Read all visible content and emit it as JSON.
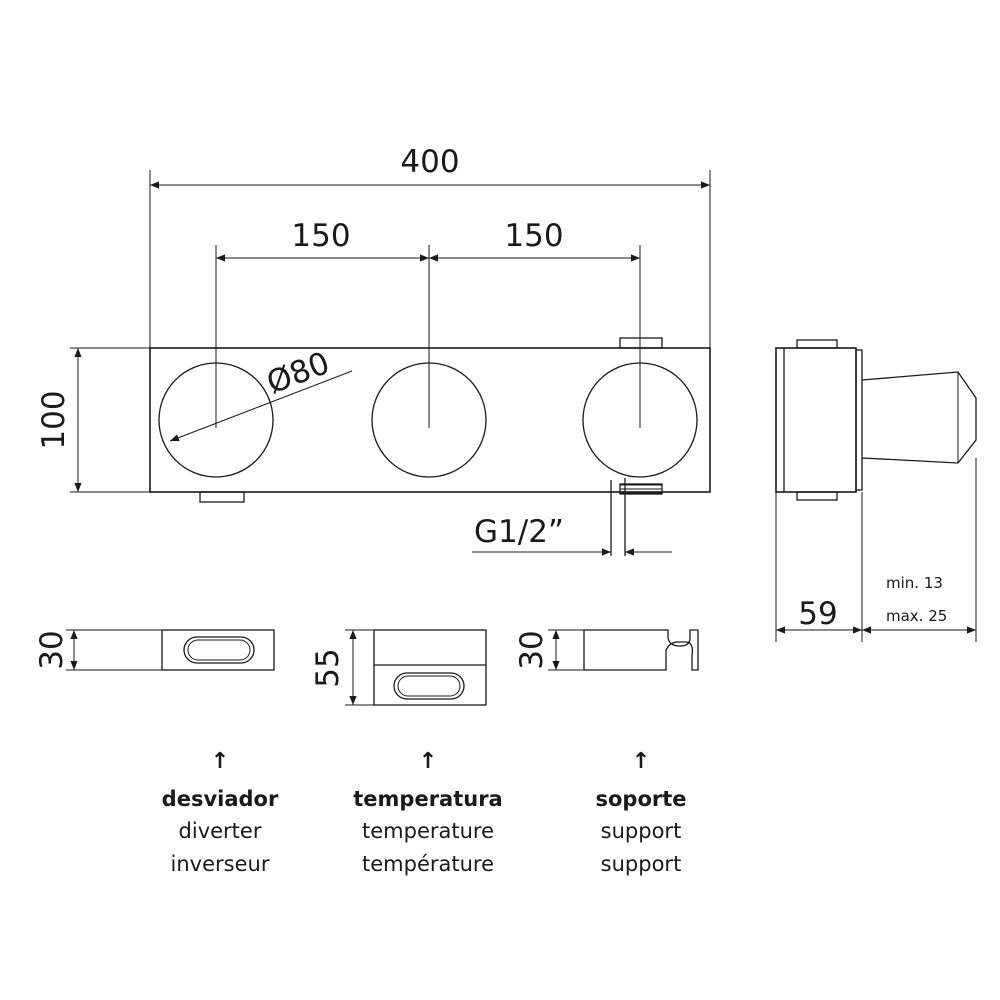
{
  "dimensions": {
    "overall_width": "400",
    "knob_spacing_left": "150",
    "knob_spacing_right": "150",
    "height": "100",
    "knob_diameter": "Ø80",
    "thread": "G1/2”",
    "side_depth": "59",
    "adjust_min": "min. 13",
    "adjust_max": "max. 25",
    "diverter_handle_height": "30",
    "temperature_handle_height": "55",
    "support_height": "30"
  },
  "labels": {
    "diverter": {
      "es": "desviador",
      "en": "diverter",
      "fr": "inverseur"
    },
    "temperature": {
      "es": "temperatura",
      "en": "temperature",
      "fr": "température"
    },
    "support": {
      "es": "soporte",
      "en": "support",
      "fr": "support"
    },
    "arrow": "↑"
  }
}
